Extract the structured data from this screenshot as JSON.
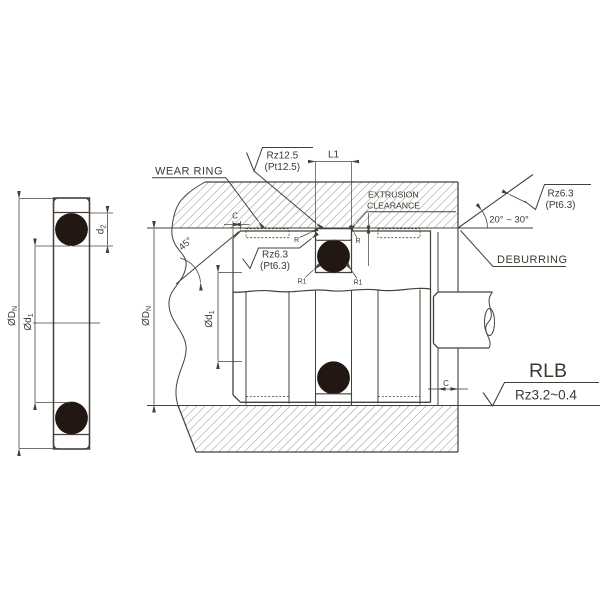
{
  "drawing": {
    "series_name": "RLB",
    "colors": {
      "seal_cap": "#c7b832",
      "wear_ring": "#e9e4ab",
      "o_ring": "#221712",
      "line": "#46403a",
      "hatch": "#989088"
    },
    "left_view": {
      "dim_outer": {
        "prefix": "ØD",
        "sub": "N"
      },
      "dim_inner": {
        "prefix": "Ød",
        "sub": "1"
      },
      "dim_cs": {
        "prefix": "d",
        "sub": "2"
      }
    },
    "right_view": {
      "dim_bore": {
        "prefix": "ØD",
        "sub": "N"
      },
      "dim_groove": {
        "prefix": "Ød",
        "sub": "1"
      },
      "dim_groove_width": "L1",
      "wear_ring_label": "WEAR RING",
      "extrusion_line1": "EXTRUSION",
      "extrusion_line2": "CLEARANCE",
      "deburring_label": "DEBURRING",
      "angle_range": "20° ~ 30°",
      "chamfer_angle": "45°",
      "chamfer_c_top": "C",
      "chamfer_c_bottom": "C",
      "radius_r_left": "R",
      "radius_r_right": "R",
      "radius_r1_left": "R1",
      "radius_r1_right": "R1",
      "callout_groove_top": {
        "line1": "Rz12.5",
        "line2": "(Pt12.5)"
      },
      "callout_groove_side": {
        "line1": "Rz6.3",
        "line2": "(Pt6.3)"
      },
      "callout_chamfer": {
        "line1": "Rz6.3",
        "line2": "(Pt6.3)"
      },
      "callout_bore": {
        "series": "RLB",
        "roughness": "Rz3.2~0.4"
      }
    }
  }
}
